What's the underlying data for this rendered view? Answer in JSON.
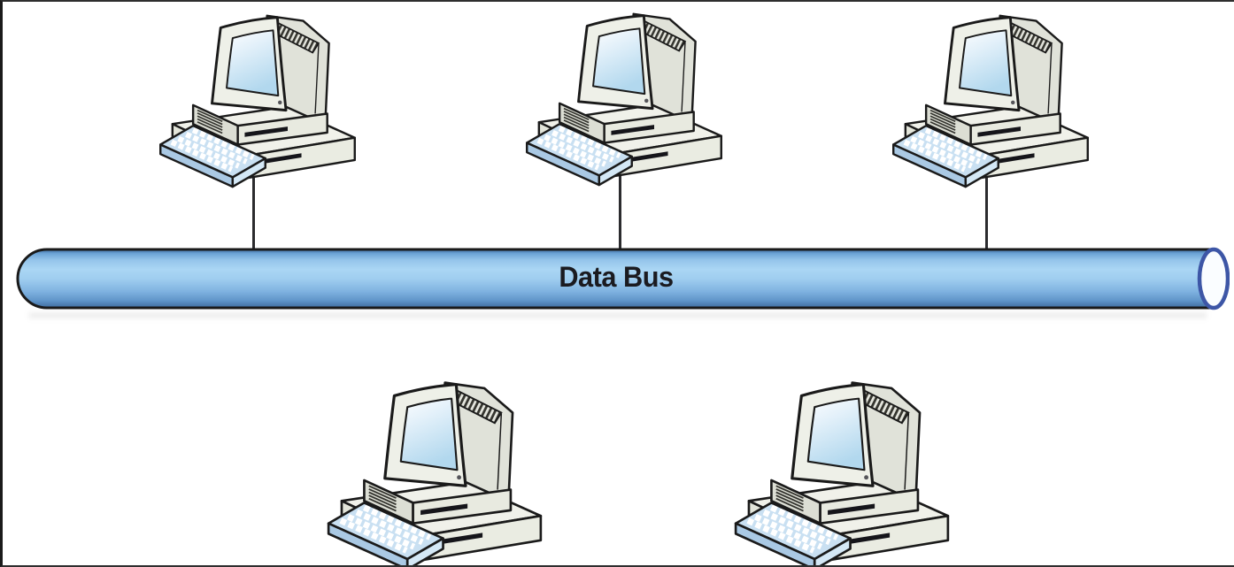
{
  "diagram": {
    "type": "network-topology",
    "topology": "bus",
    "bus": {
      "label": "Data Bus"
    },
    "nodes": [
      {
        "id": "computer-1",
        "type": "desktop-computer",
        "row": "top",
        "connected_to_bus": true
      },
      {
        "id": "computer-2",
        "type": "desktop-computer",
        "row": "top",
        "connected_to_bus": true
      },
      {
        "id": "computer-3",
        "type": "desktop-computer",
        "row": "top",
        "connected_to_bus": true
      },
      {
        "id": "computer-4",
        "type": "desktop-computer",
        "row": "bottom",
        "connected_to_bus": false
      },
      {
        "id": "computer-5",
        "type": "desktop-computer",
        "row": "bottom",
        "connected_to_bus": false
      }
    ],
    "connections": [
      {
        "from": "computer-1",
        "to": "bus"
      },
      {
        "from": "computer-2",
        "to": "bus"
      },
      {
        "from": "computer-3",
        "to": "bus"
      }
    ],
    "colors": {
      "bus_highlight": "#aad6f4",
      "bus_dark_edge": "#3f6fa3",
      "bus_outline": "#1a1a1a",
      "bus_end_ring": "#3d56a6",
      "screen_blue": "#b8dcf0",
      "computer_body": "#eef0e8",
      "keyboard_blue": "#c9e0f2",
      "background": "#ffffff"
    }
  }
}
